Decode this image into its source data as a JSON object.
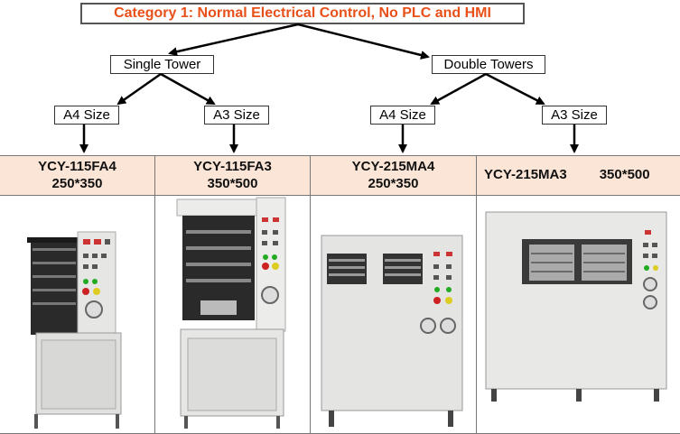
{
  "title": "Category 1: Normal Electrical Control, No PLC and HMI",
  "towers": {
    "single": "Single Tower",
    "double": "Double Towers"
  },
  "sizes": {
    "single_a4": "A4 Size",
    "single_a3": "A3 Size",
    "double_a4": "A4 Size",
    "double_a3": "A3 Size"
  },
  "models": [
    {
      "code": "YCY-115FA4",
      "dims": "250*350"
    },
    {
      "code": "YCY-115FA3",
      "dims": "350*500"
    },
    {
      "code": "YCY-215MA4",
      "dims": "250*350"
    },
    {
      "code": "YCY-215MA3",
      "dims": "350*500"
    }
  ],
  "colors": {
    "title_text": "#e8501a",
    "header_bg": "#fbe5d6",
    "machine_body": "#e4e4e2",
    "platen": "#2a2a2a"
  }
}
